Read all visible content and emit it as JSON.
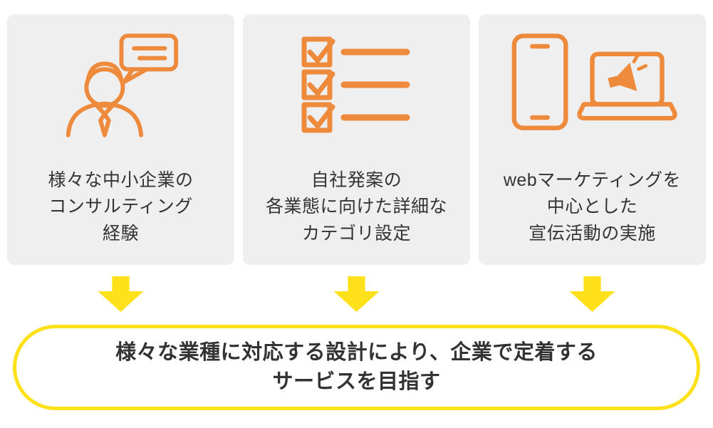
{
  "cards": [
    {
      "icon": "consultant-speech-bubble-icon",
      "lines": [
        "様々な中小企業の",
        "コンサルティング",
        "経験"
      ]
    },
    {
      "icon": "checklist-icon",
      "lines": [
        "自社発案の",
        "各業態に向けた詳細な",
        "カテゴリ設定"
      ]
    },
    {
      "icon": "phone-laptop-megaphone-icon",
      "lines": [
        "webマーケティングを",
        "中心とした",
        "宣伝活動の実施"
      ]
    }
  ],
  "summary": {
    "lines": [
      "様々な業種に対応する設計により、企業で定着する",
      "サービスを目指す"
    ]
  },
  "colors": {
    "accent_orange": "#EE8A3C",
    "accent_yellow": "#FFE11B",
    "card_bg": "#EFEFEF",
    "text_color": "#333333"
  }
}
